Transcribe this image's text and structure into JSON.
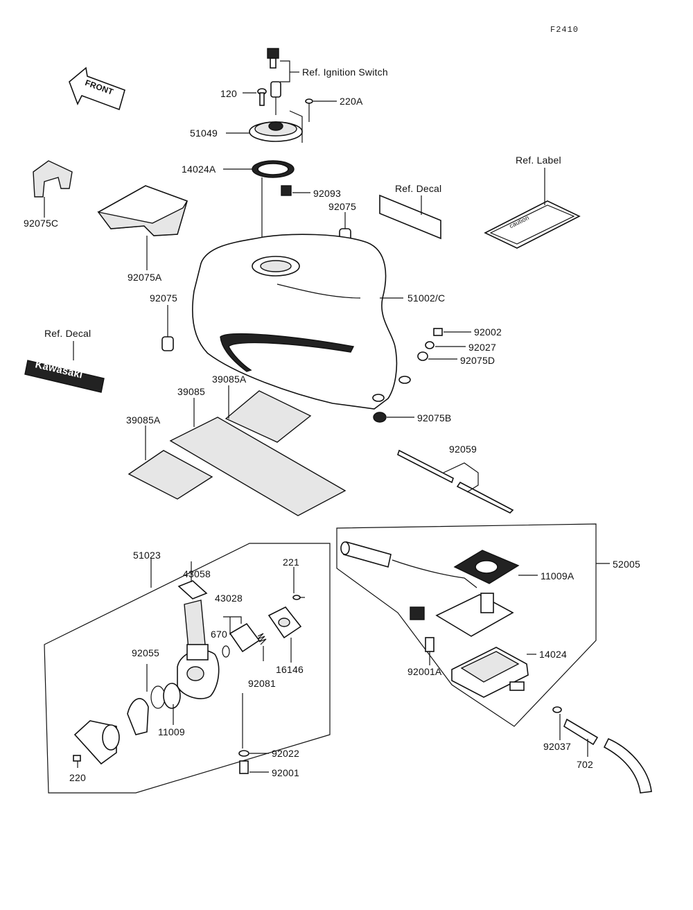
{
  "diagram": {
    "title": "Fuel Tank / Fuel Tap Parts Diagram",
    "figure_code": "F2410",
    "labels": {
      "ref_ignition_switch": "Ref. Ignition Switch",
      "front_arrow": "FRONT",
      "p120": "120",
      "p220A": "220A",
      "p51049": "51049",
      "p14024A": "14024A",
      "p92093": "92093",
      "p92075_top": "92075",
      "ref_decal_top": "Ref. Decal",
      "ref_label": "Ref. Label",
      "label_text": "caution",
      "p92075C": "92075C",
      "p92075A": "92075A",
      "p92075_left": "92075",
      "p51002C": "51002/C",
      "p92002": "92002",
      "p92027": "92027",
      "p92075D": "92075D",
      "ref_decal_left": "Ref. Decal",
      "kawasaki_decal": "Kawasaki",
      "p39085A_top": "39085A",
      "p39085": "39085",
      "p39085A_left": "39085A",
      "p92075B": "92075B",
      "p92059": "92059",
      "p51023": "51023",
      "p43058": "43058",
      "p221": "221",
      "p43028": "43028",
      "p670": "670",
      "p92055": "92055",
      "p16146": "16146",
      "p92081": "92081",
      "p11009": "11009",
      "p220": "220",
      "p92022": "92022",
      "p92001": "92001",
      "p11009A": "11009A",
      "p52005": "52005",
      "p14024": "14024",
      "p92001A": "92001A",
      "p92037": "92037",
      "p702": "702"
    }
  }
}
